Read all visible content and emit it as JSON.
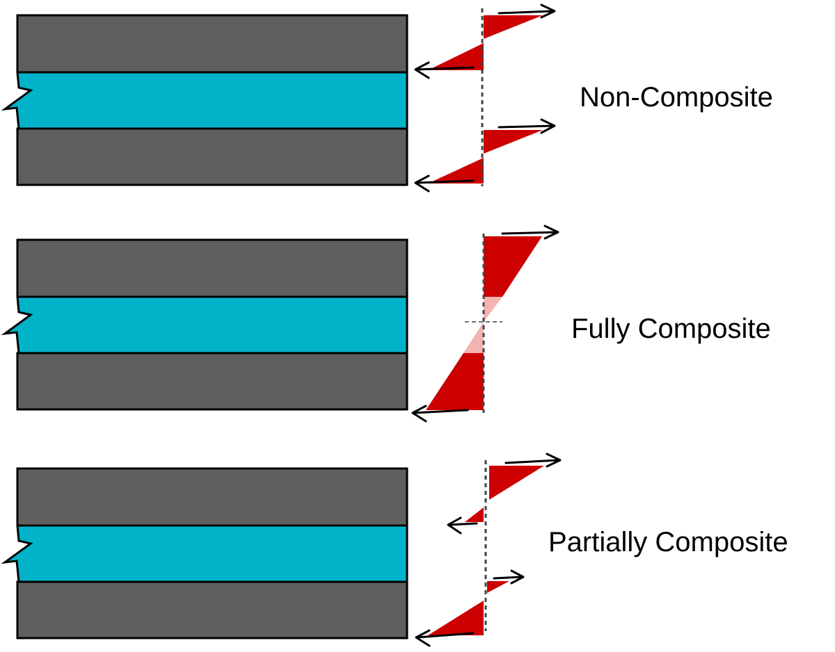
{
  "colors": {
    "outer_layer": "#5f5f5f",
    "core_layer": "#00b3c9",
    "stress": "#cc0000",
    "stress_faded": "#f2b3b3",
    "line": "#000000",
    "background": "#ffffff"
  },
  "cases": [
    {
      "label": "Non-Composite"
    },
    {
      "label": "Fully Composite"
    },
    {
      "label": "Partially Composite"
    }
  ]
}
